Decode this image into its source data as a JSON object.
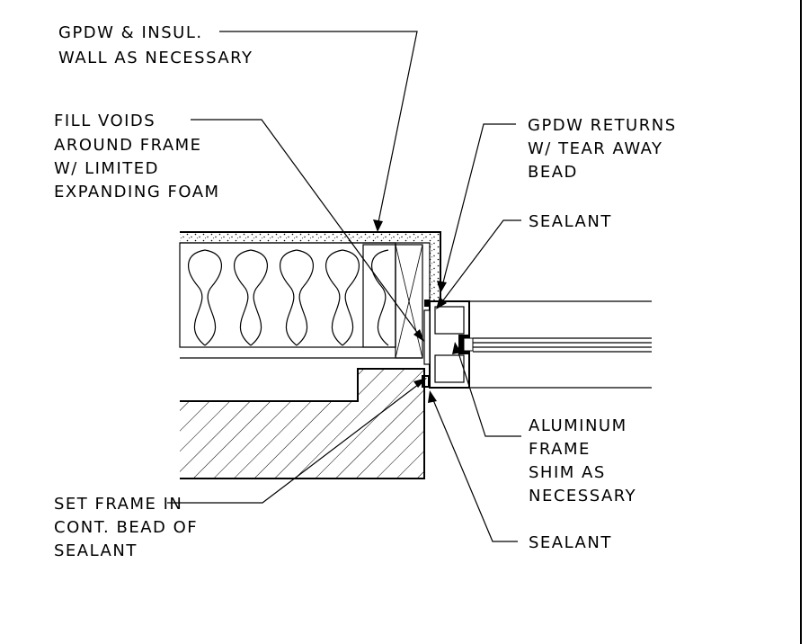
{
  "labels": {
    "gpdw_insul_1": "GPDW & INSUL.",
    "gpdw_insul_2": "WALL AS NECESSARY",
    "fill_voids_1": "FILL VOIDS",
    "fill_voids_2": "AROUND FRAME",
    "fill_voids_3": "W/ LIMITED",
    "fill_voids_4": "EXPANDING FOAM",
    "gpdw_returns_1": "GPDW RETURNS",
    "gpdw_returns_2": "W/ TEAR AWAY",
    "gpdw_returns_3": "BEAD",
    "sealant_top": "SEALANT",
    "aluminum_1": "ALUMINUM",
    "aluminum_2": "FRAME",
    "aluminum_3": "SHIM AS",
    "aluminum_4": "NECESSARY",
    "set_frame_1": "SET FRAME IN",
    "set_frame_2": "CONT. BEAD OF",
    "set_frame_3": "SEALANT",
    "sealant_bottom": "SEALANT"
  }
}
